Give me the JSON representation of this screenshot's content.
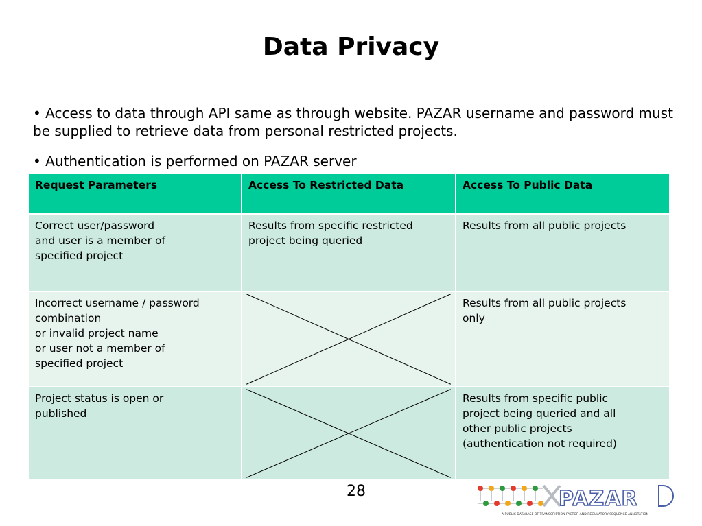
{
  "slide": {
    "title": "Data Privacy",
    "bullets": [
      "• Access to data through API same as through website. PAZAR username and password must be supplied to retrieve data from personal restricted projects.",
      "• Authentication is performed on PAZAR server"
    ],
    "page_number": "28"
  },
  "table": {
    "headers": [
      "Request Parameters",
      "Access To Restricted Data",
      "Access To Public Data"
    ],
    "rows": [
      {
        "params": [
          "Correct user/password",
          "and user is a member of",
          "specified project"
        ],
        "restricted": [
          "Results from specific restricted",
          "project being queried"
        ],
        "public": [
          "Results from all public projects"
        ]
      },
      {
        "params": [
          "Incorrect username / password",
          "combination",
          "or invalid project name",
          "or user not a member of",
          "specified project"
        ],
        "restricted": null,
        "public": [
          "Results from all public projects",
          "only"
        ]
      },
      {
        "params": [
          "Project status is open or",
          "published"
        ],
        "restricted": null,
        "public": [
          "Results from specific public",
          "project being queried and all",
          "other public projects",
          "(authentication not required)"
        ]
      }
    ]
  },
  "logo": {
    "text": "PAZAR",
    "tagline": "A PUBLIC DATABASE OF TRANSCRIPTION FACTOR AND REGULATORY SEQUENCE ANNOTATION"
  },
  "colors": {
    "header_bg": "#00cc99",
    "row_dark": "#cceadf",
    "row_light": "#e7f4ee",
    "logo_blue": "#4a5fa8"
  }
}
